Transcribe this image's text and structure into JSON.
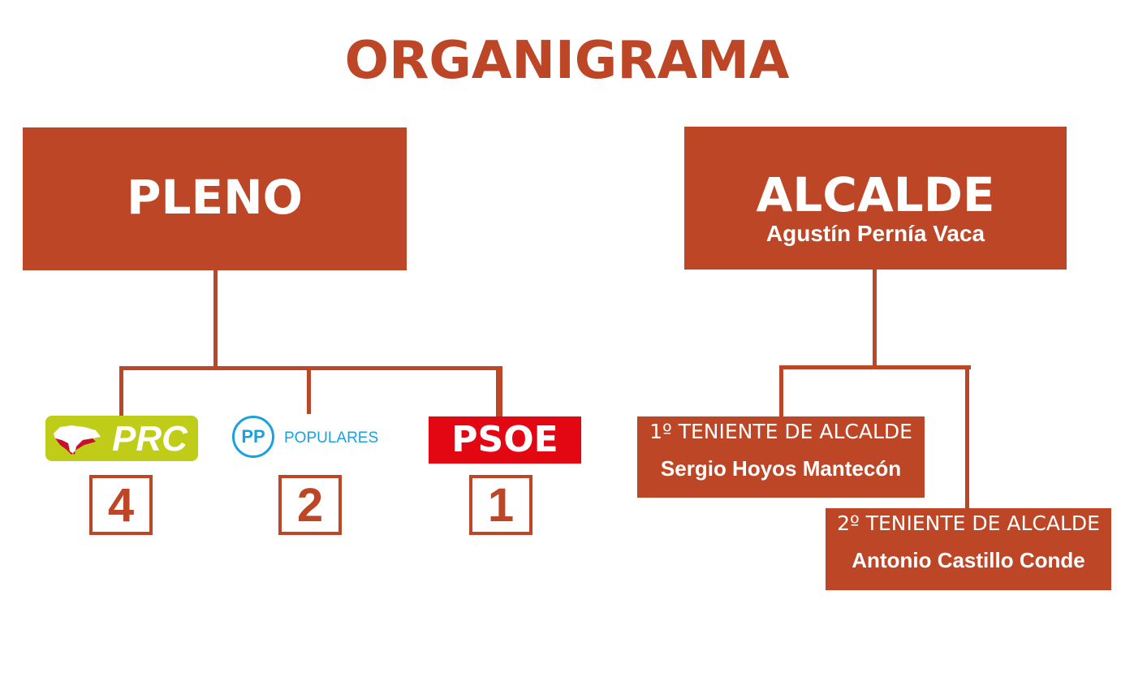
{
  "title": "ORGANIGRAMA",
  "pleno": {
    "label": "PLENO",
    "parties": [
      {
        "name": "PRC",
        "seats": "4",
        "color": "#bfcd19"
      },
      {
        "name": "POPULARES",
        "mark": "PP",
        "seats": "2",
        "color": "#1ba1df"
      },
      {
        "name": "PSOE",
        "seats": "1",
        "color": "#e30613"
      }
    ]
  },
  "alcalde": {
    "label": "ALCALDE",
    "name": "Agustín Pernía Vaca",
    "tenientes": [
      {
        "role": "1º TENIENTE DE ALCALDE",
        "name": "Sergio Hoyos Mantecón"
      },
      {
        "role": "2º TENIENTE DE ALCALDE",
        "name": "Antonio Castillo Conde"
      }
    ]
  },
  "accent": "#bc4626"
}
